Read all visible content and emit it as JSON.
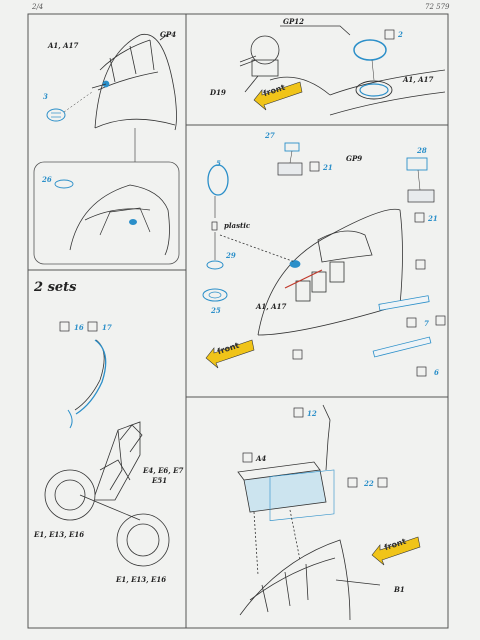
{
  "header": {
    "page": "2/4",
    "code": "72 579"
  },
  "panel_top_left": {
    "callouts": [
      "A1, A17",
      "GP4",
      "3",
      "26"
    ]
  },
  "panel_top_right": {
    "callouts": [
      "GP12",
      "D19",
      "2",
      "A1, A17"
    ],
    "arrow_label": "front"
  },
  "panel_mid_right": {
    "callouts": [
      "27",
      "28",
      "21",
      "21",
      "GP9",
      "5",
      "plastic",
      "29",
      "25",
      "A1, A17",
      "7",
      "6"
    ],
    "arrow_label": "front"
  },
  "panel_bottom_left": {
    "heading": "2 sets",
    "callouts": [
      "16",
      "17",
      "E4, E6, E7",
      "E51",
      "E1, E13, E16",
      "E1, E13, E16"
    ]
  },
  "panel_bottom_right": {
    "callouts": [
      "12",
      "A4",
      "22",
      "B1"
    ],
    "arrow_label": "front"
  },
  "colors": {
    "accent_blue": "#2b8fc9",
    "arrow_yellow": "#f0c419",
    "line": "#333333",
    "paper": "#f1f2f0"
  }
}
